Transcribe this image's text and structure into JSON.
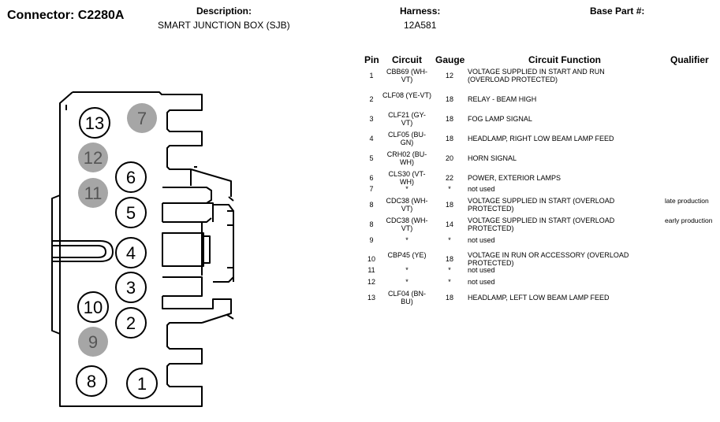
{
  "header": {
    "connector_title": "Connector: C2280A",
    "description_label": "Description:",
    "description_value": "SMART JUNCTION BOX (SJB)",
    "harness_label": "Harness:",
    "harness_value": "12A581",
    "base_part_label": "Base Part #:"
  },
  "table": {
    "columns": {
      "pin": "Pin",
      "circuit": "Circuit",
      "gauge": "Gauge",
      "function": "Circuit Function",
      "qualifier": "Qualifier"
    },
    "rows": [
      {
        "pin": "1",
        "circuit": "CBB69 (WH-VT)",
        "gauge": "12",
        "function": "VOLTAGE SUPPLIED IN START AND RUN (OVERLOAD PROTECTED)",
        "qualifier": ""
      },
      {
        "pin": "2",
        "circuit": "CLF08 (YE-VT)",
        "gauge": "18",
        "function": "RELAY - BEAM HIGH",
        "qualifier": ""
      },
      {
        "pin": "3",
        "circuit": "CLF21 (GY-VT)",
        "gauge": "18",
        "function": "FOG LAMP SIGNAL",
        "qualifier": ""
      },
      {
        "pin": "4",
        "circuit": "CLF05 (BU-GN)",
        "gauge": "18",
        "function": "HEADLAMP, RIGHT LOW BEAM LAMP FEED",
        "qualifier": ""
      },
      {
        "pin": "5",
        "circuit": "CRH02 (BU-WH)",
        "gauge": "20",
        "function": "HORN SIGNAL",
        "qualifier": ""
      },
      {
        "pin": "6",
        "circuit": "CLS30 (VT-WH)",
        "gauge": "22",
        "function": "POWER, EXTERIOR LAMPS",
        "qualifier": ""
      },
      {
        "pin": "7",
        "circuit": "*",
        "gauge": "*",
        "function": "not used",
        "qualifier": ""
      },
      {
        "pin": "8",
        "circuit": "CDC38 (WH-VT)",
        "gauge": "18",
        "function": "VOLTAGE SUPPLIED IN START (OVERLOAD PROTECTED)",
        "qualifier": "late production"
      },
      {
        "pin": "8",
        "circuit": "CDC38 (WH-VT)",
        "gauge": "14",
        "function": "VOLTAGE SUPPLIED IN START (OVERLOAD PROTECTED)",
        "qualifier": "early production"
      },
      {
        "pin": "9",
        "circuit": "*",
        "gauge": "*",
        "function": "not used",
        "qualifier": ""
      },
      {
        "pin": "10",
        "circuit": "CBP45 (YE)",
        "gauge": "18",
        "function": "VOLTAGE IN RUN OR ACCESSORY (OVERLOAD PROTECTED)",
        "qualifier": ""
      },
      {
        "pin": "11",
        "circuit": "*",
        "gauge": "*",
        "function": "not used",
        "qualifier": ""
      },
      {
        "pin": "12",
        "circuit": "*",
        "gauge": "*",
        "function": "not used",
        "qualifier": ""
      },
      {
        "pin": "13",
        "circuit": "CLF04 (BN-BU)",
        "gauge": "18",
        "function": "HEADLAMP, LEFT LOW BEAM LAMP FEED",
        "qualifier": ""
      }
    ]
  },
  "connector_face": {
    "pins": [
      {
        "label": "1",
        "used": true
      },
      {
        "label": "2",
        "used": true
      },
      {
        "label": "3",
        "used": true
      },
      {
        "label": "4",
        "used": true
      },
      {
        "label": "5",
        "used": true
      },
      {
        "label": "6",
        "used": true
      },
      {
        "label": "7",
        "used": false
      },
      {
        "label": "8",
        "used": true
      },
      {
        "label": "9",
        "used": false
      },
      {
        "label": "10",
        "used": true
      },
      {
        "label": "11",
        "used": false
      },
      {
        "label": "12",
        "used": false
      },
      {
        "label": "13",
        "used": true
      }
    ],
    "colors": {
      "used_fill": "#ffffff",
      "unused_fill": "#a6a6a6",
      "unused_text": "#555555",
      "outline": "#000000"
    }
  }
}
